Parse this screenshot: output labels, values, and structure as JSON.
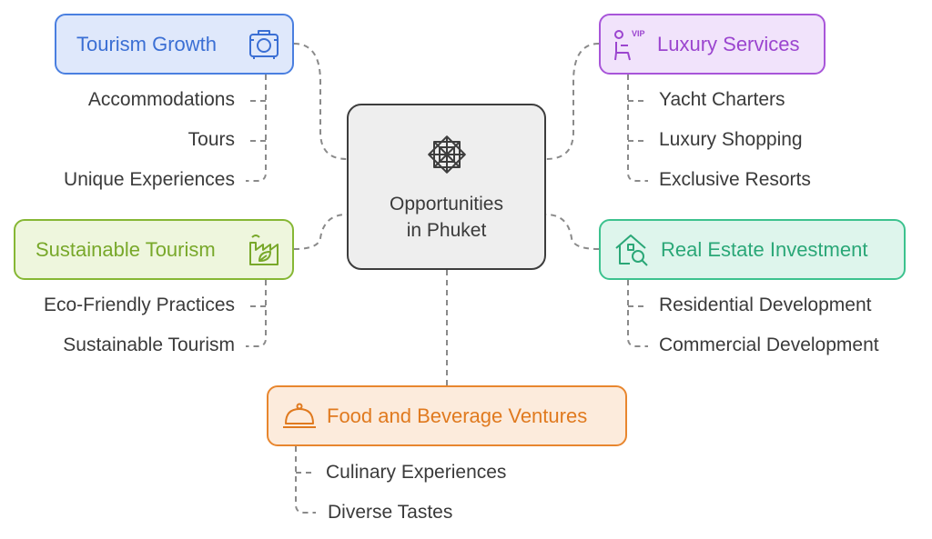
{
  "center": {
    "line1": "Opportunities",
    "line2": "in Phuket",
    "icon": "star-ornament-icon"
  },
  "branches": {
    "tourism": {
      "title": "Tourism Growth",
      "icon": "luggage-icon",
      "color": "#4a7fe0",
      "fill": "#dfe8fb",
      "items": [
        "Accommodations",
        "Tours",
        "Unique Experiences"
      ]
    },
    "luxury": {
      "title": "Luxury Services",
      "icon": "vip-seat-icon",
      "icon_text": "VIP",
      "color": "#a855d9",
      "fill": "#f1e3fb",
      "items": [
        "Yacht Charters",
        "Luxury Shopping",
        "Exclusive Resorts"
      ]
    },
    "sustainable": {
      "title": "Sustainable Tourism",
      "icon": "eco-factory-icon",
      "color": "#86b734",
      "fill": "#eef6dd",
      "items": [
        "Eco-Friendly Practices",
        "Sustainable Tourism"
      ]
    },
    "realestate": {
      "title": "Real Estate Investment",
      "icon": "house-search-icon",
      "color": "#3cc28e",
      "fill": "#def5ec",
      "items": [
        "Residential Development",
        "Commercial Development"
      ]
    },
    "food": {
      "title": "Food and Beverage Ventures",
      "icon": "cloche-icon",
      "color": "#e8862e",
      "fill": "#fcebdc",
      "items": [
        "Culinary Experiences",
        "Diverse Tastes"
      ]
    }
  },
  "connector_color": "#8a8a8a"
}
